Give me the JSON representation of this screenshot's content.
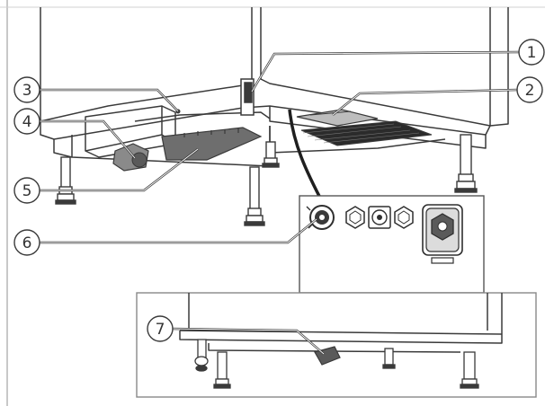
{
  "callouts": [
    {
      "id": "c1",
      "label": "1"
    },
    {
      "id": "c2",
      "label": "2"
    },
    {
      "id": "c3",
      "label": "3"
    },
    {
      "id": "c4",
      "label": "4"
    },
    {
      "id": "c5",
      "label": "5"
    },
    {
      "id": "c6",
      "label": "6"
    },
    {
      "id": "c7",
      "label": "7"
    }
  ],
  "colors": {
    "line": "#3a3a3a",
    "frame": "#9a9a9a",
    "fill_dark": "#5a5a5a",
    "fill_mid": "#bdbdbd",
    "paper": "#ffffff"
  }
}
